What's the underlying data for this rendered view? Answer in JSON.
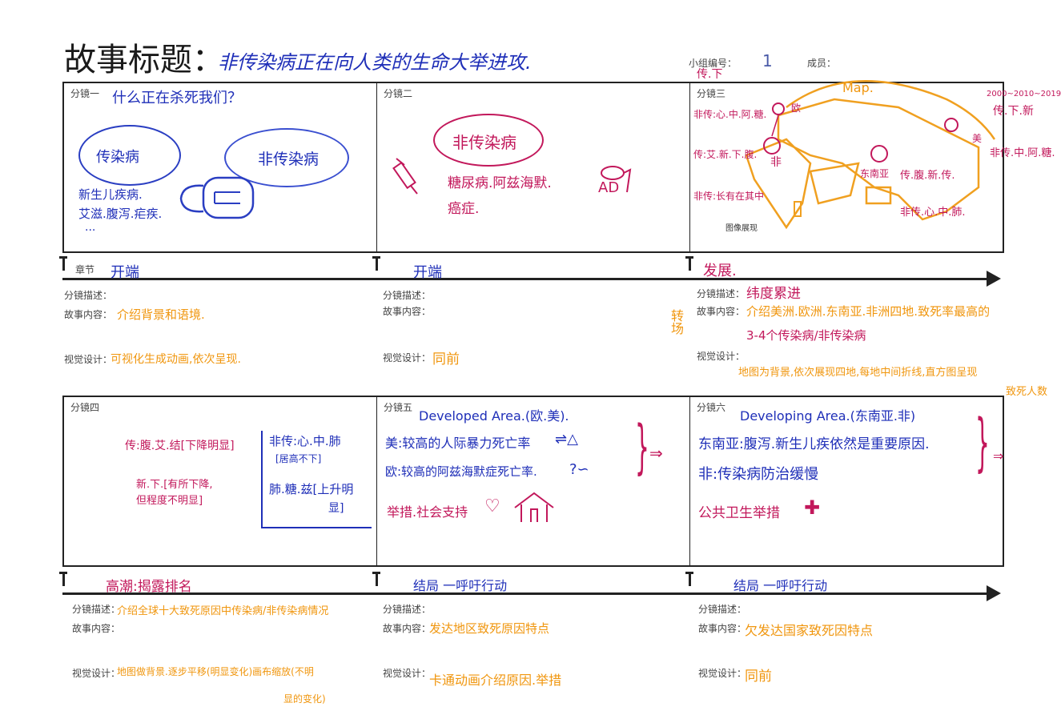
{
  "header": {
    "title_label": "故事标题：",
    "title_value": "非传染病正在向人类的生命大举进攻.",
    "group_label": "小组编号：",
    "group_value": "1",
    "members_label": "成员："
  },
  "row1": {
    "panels": [
      {
        "label": "分镜一",
        "question": "什么正在杀死我们？",
        "circle_left": "传染病",
        "circle_right": "非传染病",
        "list_line1": "新生儿疾病.",
        "list_line2": "艾滋.腹泻.疟疾.",
        "list_line3": "..."
      },
      {
        "label": "分镜二",
        "circle_text": "非传染病",
        "list_line1": "糖尿病.阿兹海默.",
        "list_line2": "癌症.",
        "ad_text": "AD"
      },
      {
        "label": "分镜三",
        "top_note": "传.下",
        "map_label": "Map.",
        "years": "2000~2010~2019",
        "left1": "非传:心.中.阿.糖.",
        "left2": "传:艾.新.下.腹.",
        "left3": "非传:长有在其中",
        "left4": "图像展现",
        "eu": "欧",
        "africa": "非",
        "sea": "东南亚",
        "us": "美",
        "sea_note": "传.腹.新.传.",
        "bottom_note": "非传.心.中.肺.",
        "right1": "传.下.新",
        "right2": "非传.中.阿.糖."
      }
    ],
    "chapters": [
      "开端",
      "开端",
      "发展."
    ],
    "chapter_label": "章节",
    "side_note": "转场",
    "descriptions": [
      {
        "desc_label": "分镜描述：",
        "content_label": "故事内容：",
        "content_value": "介绍背景和语境.",
        "visual_label": "视觉设计：",
        "visual_value": "可视化生成动画,依次呈现."
      },
      {
        "desc_label": "分镜描述：",
        "content_label": "故事内容：",
        "content_value": "",
        "visual_label": "视觉设计：",
        "visual_value": "同前"
      },
      {
        "desc_label": "分镜描述：",
        "desc_value": "纬度累进",
        "content_label": "故事内容：",
        "content_value": "介绍美洲.欧洲.东南亚.非洲四地.致死率最高的",
        "content_value2": "3-4个传染病/非传染病",
        "visual_label": "视觉设计：",
        "visual_value": "地图为背景,依次展现四地,每地中间折线,直方图呈现",
        "visual_value2": "致死人数"
      }
    ]
  },
  "row2": {
    "panels": [
      {
        "label": "分镜四",
        "left1": "传:腹.艾.结[下降明显]",
        "left2": "新.下.[有所下降,",
        "left3": "但程度不明显]",
        "right1": "非传:心.中.肺",
        "right2": "[居高不下]",
        "right3": "肺.糖.兹[上升明",
        "right4": "显]"
      },
      {
        "label": "分镜五",
        "heading": "Developed Area.(欧.美).",
        "line1": "美:较高的人际暴力死亡率",
        "line2": "欧:较高的阿兹海默症死亡率.",
        "line3": "举措.社会支持",
        "arrow": "⇒"
      },
      {
        "label": "分镜六",
        "heading": "Developing Area.(东南亚.非)",
        "line1": "东南亚:腹泻.新生儿疾依然是重要原因.",
        "line2": "非:传染病防治缓慢",
        "line3": "公共卫生举措",
        "arrow": "⇒"
      }
    ],
    "chapters": [
      "高潮:揭露排名",
      "结局 一呼吁行动",
      "结局 一呼吁行动"
    ],
    "descriptions": [
      {
        "desc_label": "分镜描述：",
        "desc_value": "介绍全球十大致死原因中传染病/非传染病情况",
        "content_label": "故事内容：",
        "visual_label": "视觉设计：",
        "visual_value": "地图做背景.逐步平移(明显变化)画布缩放(不明",
        "visual_value2": "显的变化)"
      },
      {
        "desc_label": "分镜描述：",
        "content_label": "故事内容：",
        "content_value": "发达地区致死原因特点",
        "visual_label": "视觉设计：",
        "visual_value": "卡通动画介绍原因.举措"
      },
      {
        "desc_label": "分镜描述：",
        "content_label": "故事内容：",
        "content_value": "欠发达国家致死因特点",
        "visual_label": "视觉设计：",
        "visual_value": "同前"
      }
    ]
  }
}
